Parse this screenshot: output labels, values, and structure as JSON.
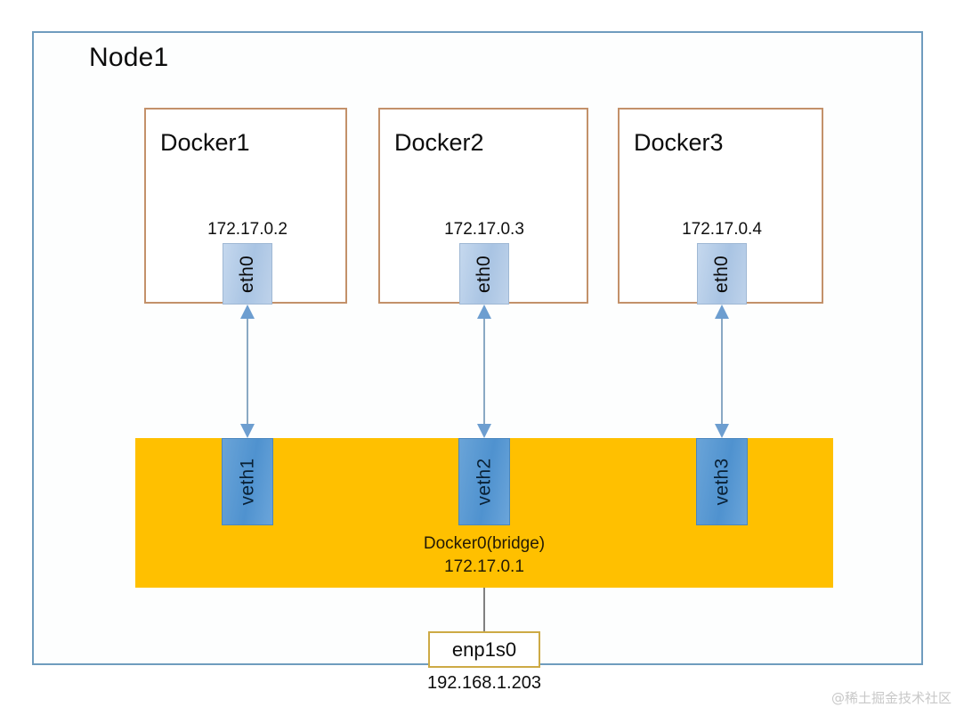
{
  "node": {
    "title": "Node1",
    "border_color": "#6f9cbe"
  },
  "containers": [
    {
      "name": "Docker1",
      "ip": "172.17.0.2",
      "interface": "eth0",
      "veth": "veth1",
      "border_color": "#c3916a"
    },
    {
      "name": "Docker2",
      "ip": "172.17.0.3",
      "interface": "eth0",
      "veth": "veth2",
      "border_color": "#c3916a"
    },
    {
      "name": "Docker3",
      "ip": "172.17.0.4",
      "interface": "eth0",
      "veth": "veth3",
      "border_color": "#c3916a"
    }
  ],
  "bridge": {
    "name": "Docker0(bridge)",
    "ip": "172.17.0.1",
    "color": "#ffc000"
  },
  "host_nic": {
    "name": "enp1s0",
    "ip": "192.168.1.203",
    "border_color": "#cdaa45"
  },
  "colors": {
    "eth_port": "#a9c4e3",
    "veth_port": "#4f92cf",
    "arrow": "#7ba7d0",
    "connector": "#808080"
  },
  "watermark": "@稀土掘金技术社区"
}
